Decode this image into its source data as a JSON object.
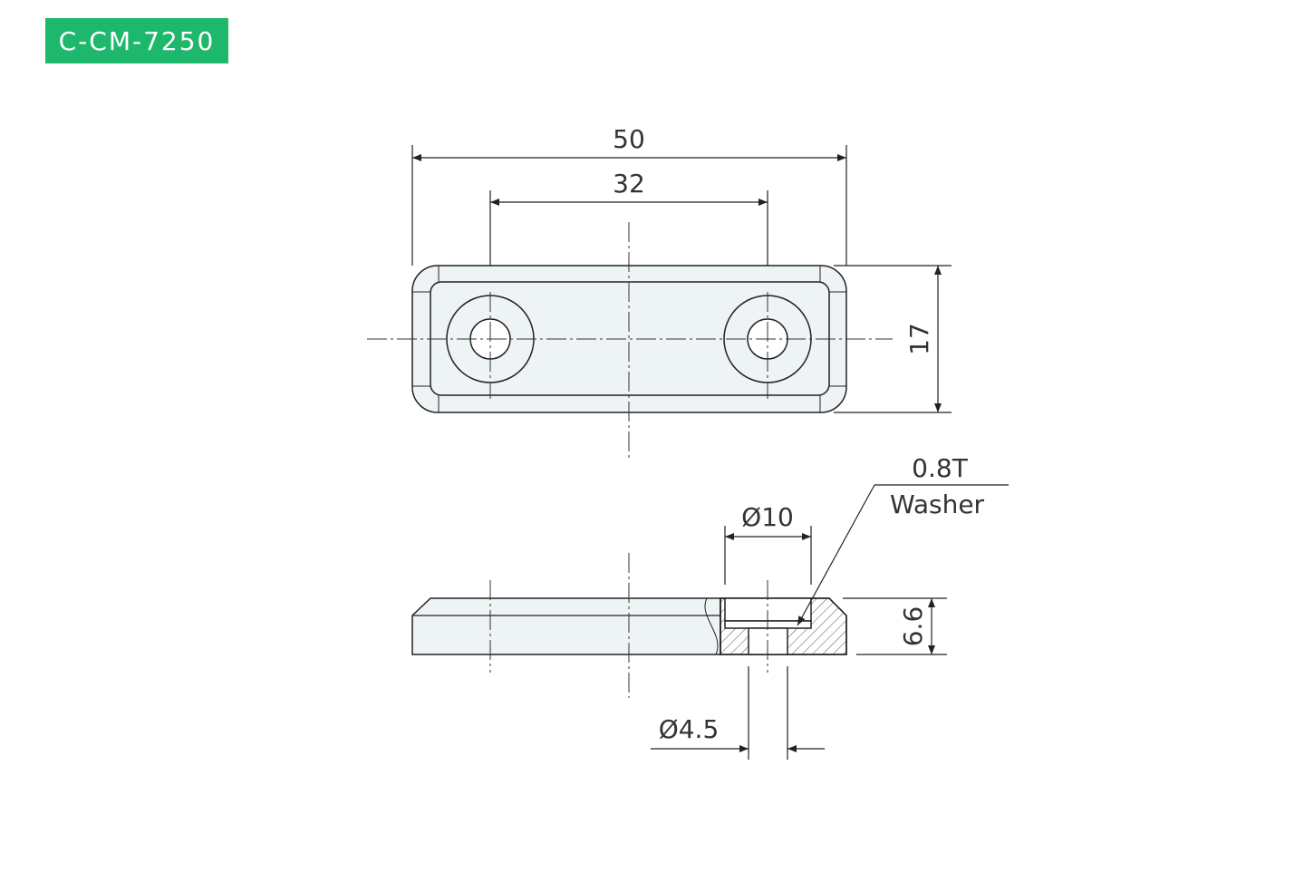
{
  "badge": {
    "code": "C-CM-7250",
    "color": "#1db86b"
  },
  "dimensions": {
    "overall_length": "50",
    "hole_pitch": "32",
    "width": "17",
    "washer_thickness": "0.8T",
    "washer_label": "Washer",
    "counterbore_diameter": "Ø10",
    "height": "6.6",
    "hole_diameter": "Ø4.5"
  },
  "colors": {
    "line": "#222222",
    "fill": "#eef3f5",
    "text": "#333333"
  }
}
